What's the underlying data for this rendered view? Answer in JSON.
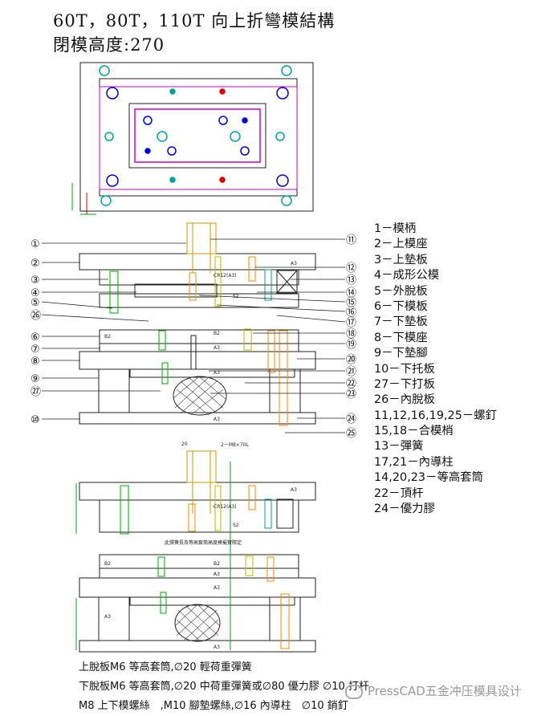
{
  "header": {
    "title": "60T，80T，110T 向上折彎模結構",
    "subtitle": "閉模高度:270"
  },
  "legend": [
    "1－模柄",
    "2－上模座",
    "3－上墊板",
    "4－成形公模",
    "5－外脫板",
    "6－下模板",
    "7－下墊板",
    "8－下模座",
    "9－下墊腳",
    "10－下托板",
    "27－下打板",
    "26－內脫板",
    "11,12,16,19,25－螺釘",
    "15,18－合模梢",
    "13－彈簧",
    "17,21－內導柱",
    "14,20,23－等高套筒",
    "22－頂杆",
    "24－優力膠"
  ],
  "callouts_left": [
    "①",
    "②",
    "③",
    "④",
    "⑤",
    "㉖",
    "⑥",
    "⑦",
    "⑧",
    "⑨",
    "㉗",
    "⑩"
  ],
  "callouts_right": [
    "⑪",
    "⑫",
    "⑬",
    "⑭",
    "⑮",
    "⑯",
    "⑰",
    "⑱",
    "⑲",
    "⑳",
    "㉑",
    "㉒",
    "㉓",
    "㉔",
    "㉕"
  ],
  "part_labels": {
    "a3": "A3",
    "b2": "B2",
    "b2_alt": "S2",
    "spring_spec": "2－M8×70L",
    "cr_label": "CR12(A3)",
    "dim": "20"
  },
  "lower_view_note": "此彈簧長及等高套筒高度模擬實際定",
  "notes": [
    "上脫板M6 等高套筒,∅20 輕荷重彈簧",
    "下脫板M6 等高套筒,∅20 中荷重彈簧或∅80 優力膠 ∅10 打杆",
    "M8 上下模螺絲　,M10 腳墊螺絲,∅16 內導柱　∅10 銷釘"
  ],
  "watermark": "PressCAD五金冲压模具设计",
  "colors": {
    "outline": "#222222",
    "magenta": "#cc00cc",
    "blue": "#0000dd",
    "cyan": "#00a0a0",
    "red": "#dd0000",
    "green": "#00aa00",
    "orange": "#ff8800",
    "yellow": "#bbbb00"
  }
}
